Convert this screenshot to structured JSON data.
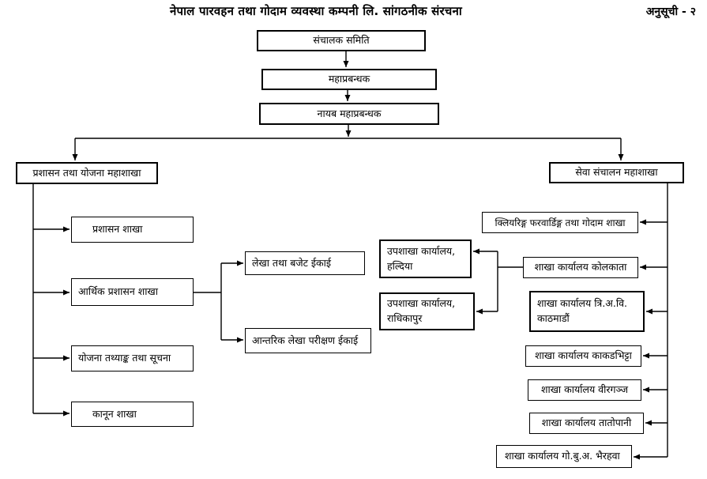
{
  "header": {
    "title": "नेपाल पारवहन तथा गोदाम व्यवस्था कम्पनी लि. सांगठनीक संरचना",
    "annotation": "अनुसूची - २"
  },
  "nodes": {
    "board": "संचालक समिति",
    "general_manager": "महाप्रबन्धक",
    "deputy_general_manager": "नायब महाप्रबन्धक",
    "admin_planning_division": "प्रशासन तथा योजना महाशाखा",
    "service_operation_division": "सेवा संचालन महाशाखा",
    "admin_branch": "प्रशासन शाखा",
    "financial_admin_branch": "आर्थिक प्रशासन शाखा",
    "planning_statistics_info": "योजना तथ्याङ्क तथा सूचना",
    "law_branch": "कानून शाखा",
    "accounts_budget_unit": "लेखा तथा बजेट ईकाई",
    "internal_audit_unit": "आन्तरिक लेखा परीक्षण ईकाई",
    "subbranch_haldia": "उपशाखा कार्यालय, हल्दिया",
    "subbranch_radhikapur": "उपशाखा कार्यालय, राधिकापुर",
    "clearing_forwarding_godown_branch": "क्लियरिङ्ग फरवार्डिङ्ग तथा गोदाम शाखा",
    "branch_kolkata": "शाखा कार्यालय कोलकाता",
    "branch_tia_kathmandu": "शाखा कार्यालय त्रि.अ.वि. काठमाडौं",
    "branch_kakadbhitta": "शाखा कार्यालय काकडभिट्टा",
    "branch_birgunj": "शाखा कार्यालय वीरगञ्ज",
    "branch_tatopani": "शाखा कार्यालय तातोपानी",
    "branch_bhairahawa": "शाखा कार्यालय गो.बु.अ. भैरहवा"
  },
  "colors": {
    "background": "#ffffff",
    "line": "#000000",
    "text": "#000000"
  }
}
